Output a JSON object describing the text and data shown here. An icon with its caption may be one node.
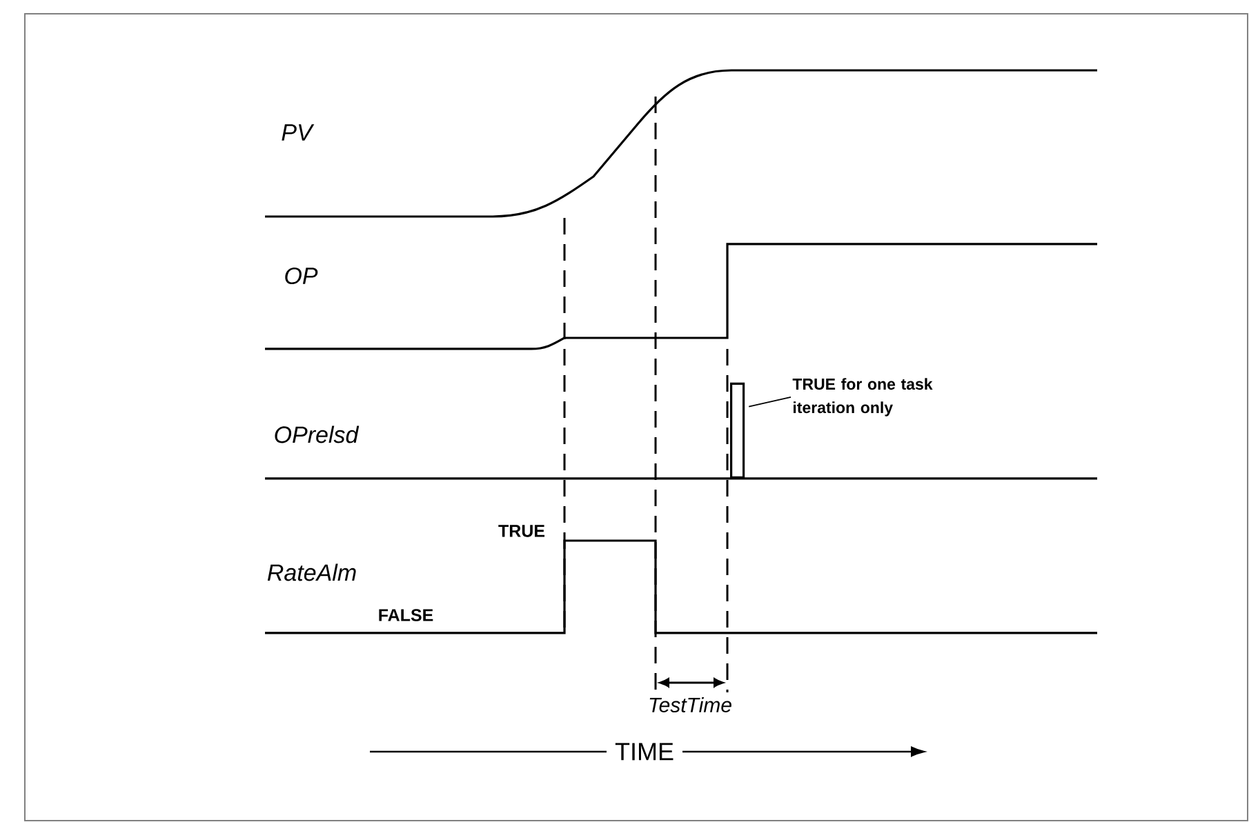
{
  "diagram": {
    "nodes": [
      {
        "text": [
          "TRUE for one task iteration only"
        ]
      },
      {
        "text": [],
        "shape": "bar"
      }
    ],
    "edges": [
      {
        "from": 0,
        "to": 1,
        "arrow": "none"
      }
    ],
    "labels": [
      "PV",
      "OP",
      "OPrelsd",
      "RateAlm",
      "TRUE",
      "FALSE",
      "TestTime",
      "TIME"
    ]
  }
}
